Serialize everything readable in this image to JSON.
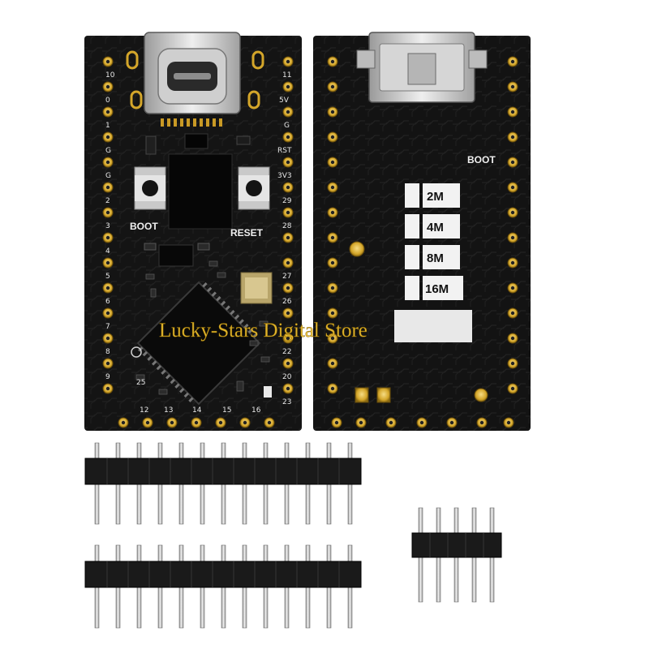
{
  "watermark": "Lucky-Stars Digital Store",
  "front_board": {
    "left_pin_labels": [
      "10",
      "0",
      "1",
      "G",
      "G",
      "2",
      "3",
      "4",
      "5",
      "6",
      "7",
      "8",
      "9"
    ],
    "right_pin_labels": [
      "11",
      "5V",
      "G",
      "RST",
      "3V3",
      "29",
      "28",
      "27",
      "26",
      "22",
      "20",
      "23"
    ],
    "bottom_pin_labels": [
      "12",
      "13",
      "14",
      "15",
      "16"
    ],
    "inner_label": "25",
    "boot_label": "BOOT",
    "reset_label": "RESET"
  },
  "back_board": {
    "boot_label": "BOOT",
    "flash_options": [
      "2M",
      "4M",
      "8M",
      "16M"
    ]
  },
  "headers": {
    "long_header_pins": 13,
    "short_header_pins": 5
  },
  "colors": {
    "pcb": "#141414",
    "gold": "#d4a62a",
    "pin_plastic": "#1a1a1a",
    "pin_metal": "#b9b9b9"
  }
}
